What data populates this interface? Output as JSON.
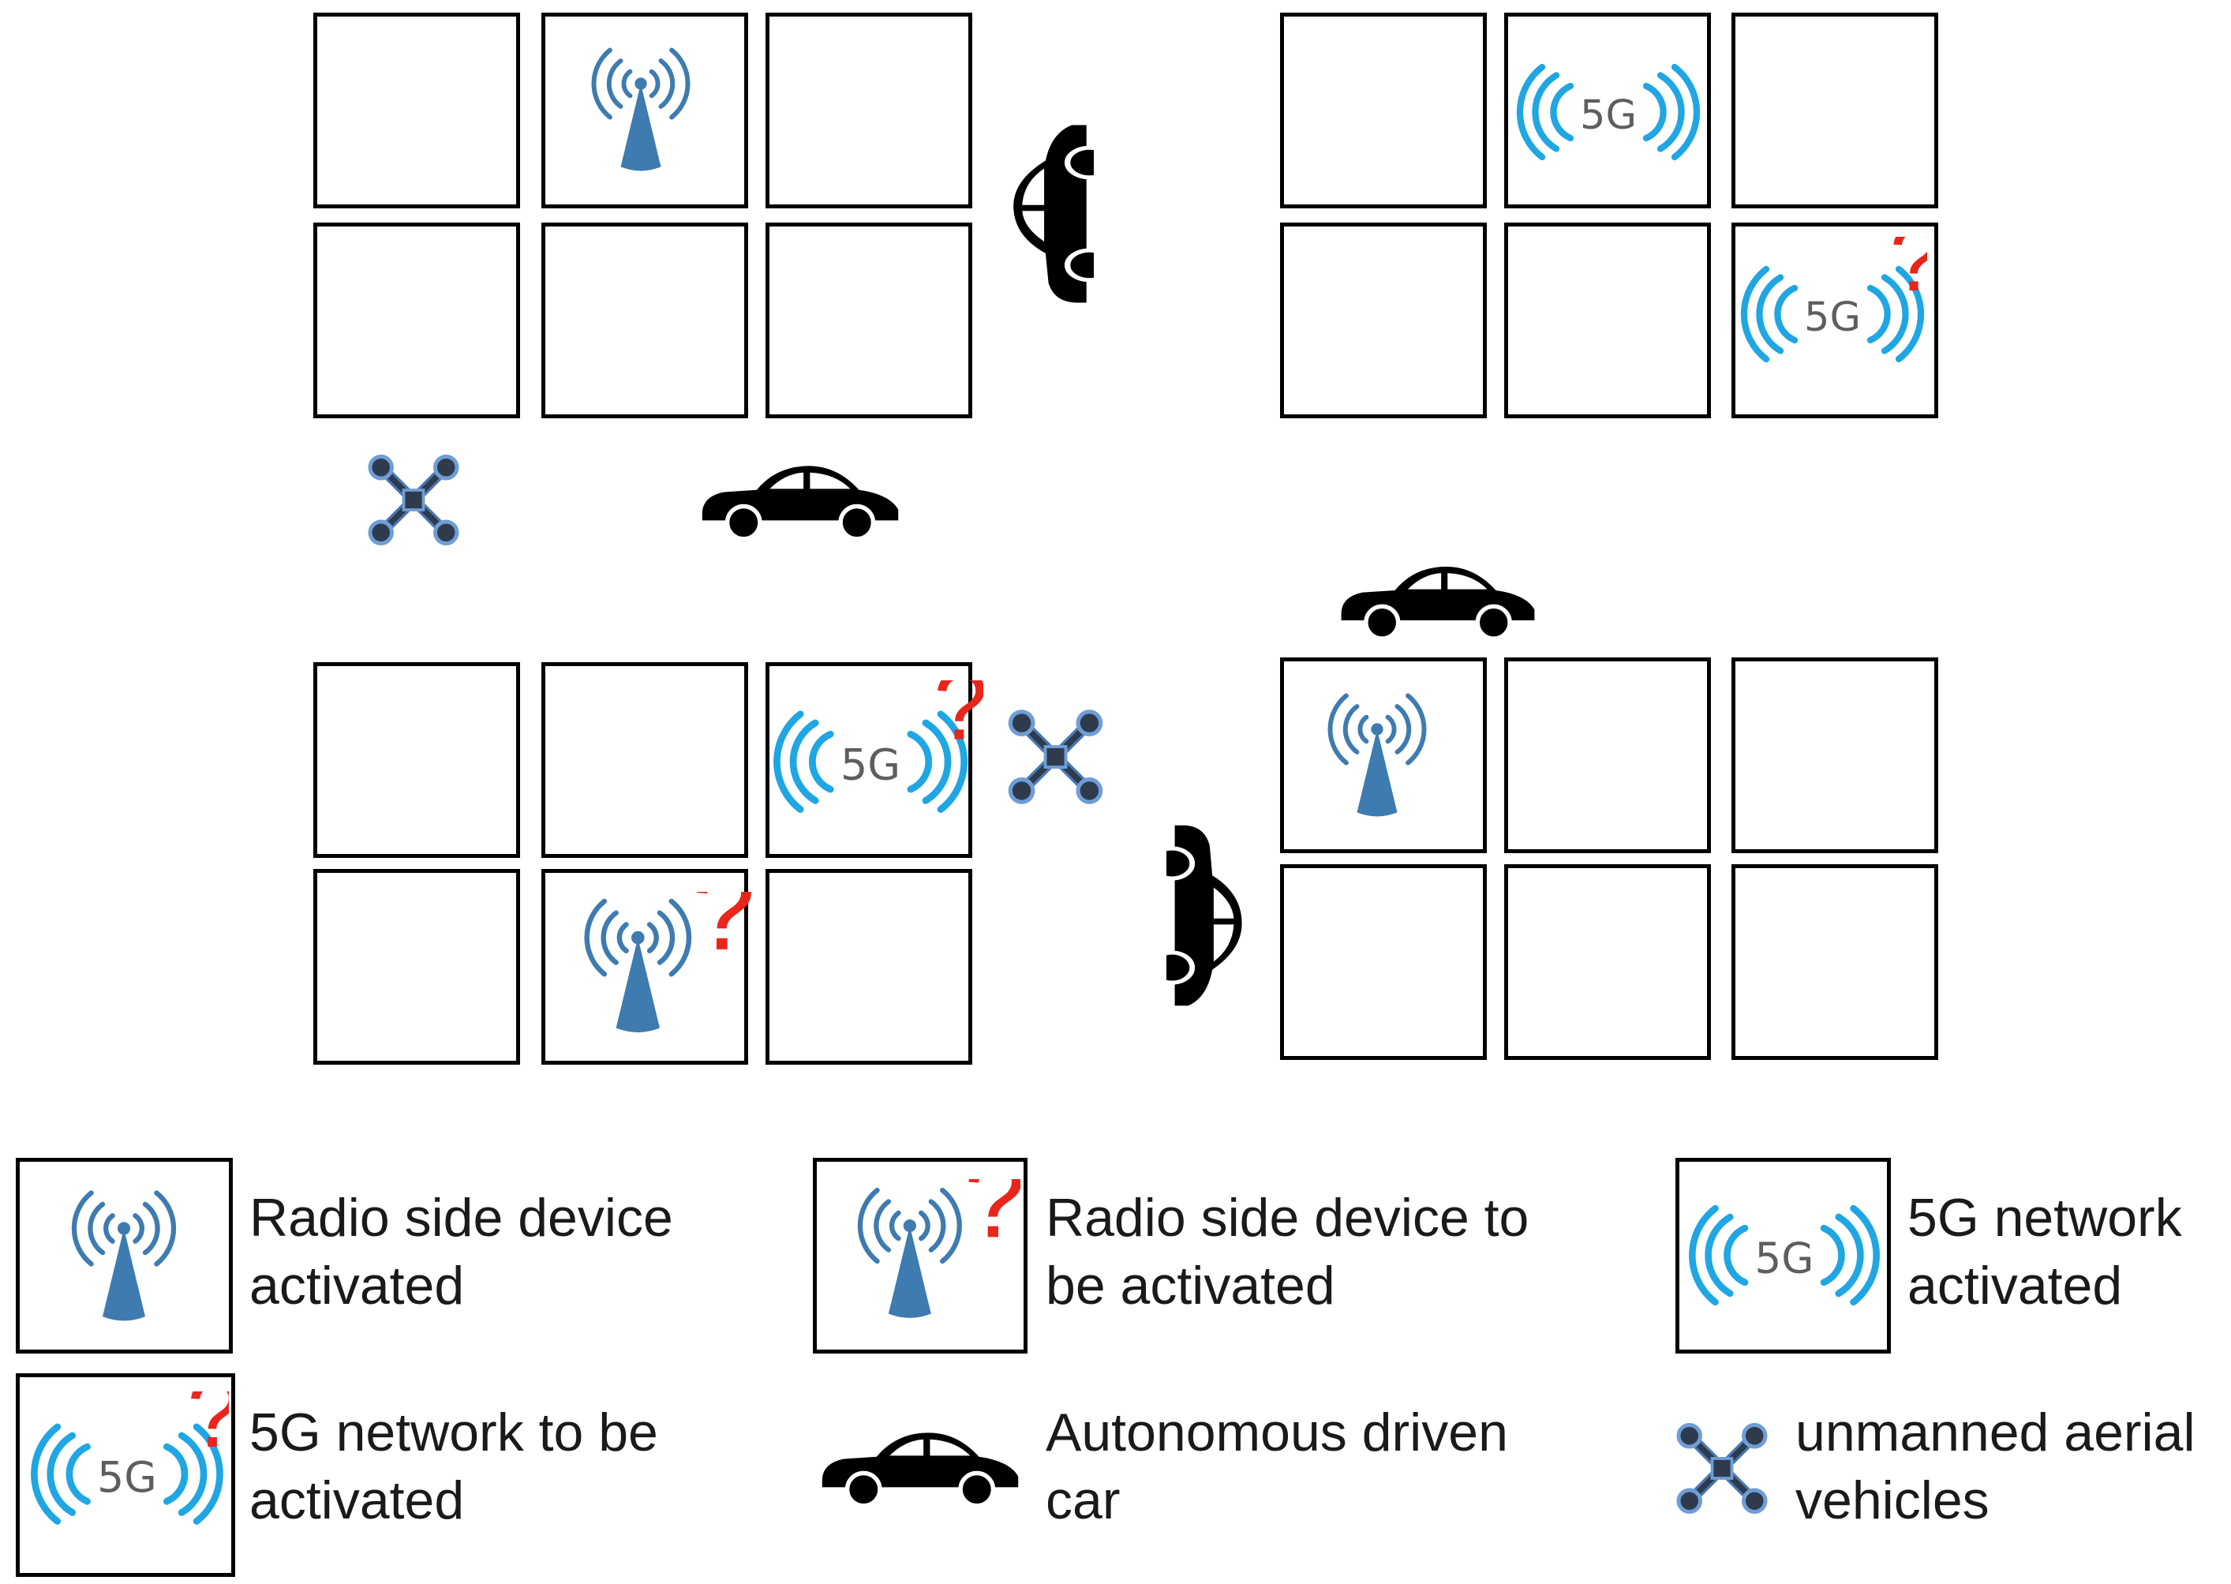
{
  "icons": {
    "radio": "radio-tower-icon",
    "network": "5g-network-icon",
    "pending": "question-mark",
    "car": "car-icon",
    "drone": "drone-icon"
  },
  "text": {
    "network_label": "5G",
    "pending_mark": "?"
  },
  "colors": {
    "radio_blue": "#3e7bb0",
    "network_blue": "#1fa6e3",
    "network_text": "#5e5e5e",
    "pending_red": "#e8261c",
    "drone_blue": "#4a78b4",
    "outline": "#000000"
  },
  "legend": {
    "radio_activated": "Radio side device\nactivated",
    "radio_to_activate": "Radio side device to\nbe activated",
    "network_activated": "5G network\nactivated",
    "network_to_activate": "5G network to be\nactivated",
    "car": "Autonomous driven\ncar",
    "uav": "unmanned aerial\nvehicles"
  }
}
